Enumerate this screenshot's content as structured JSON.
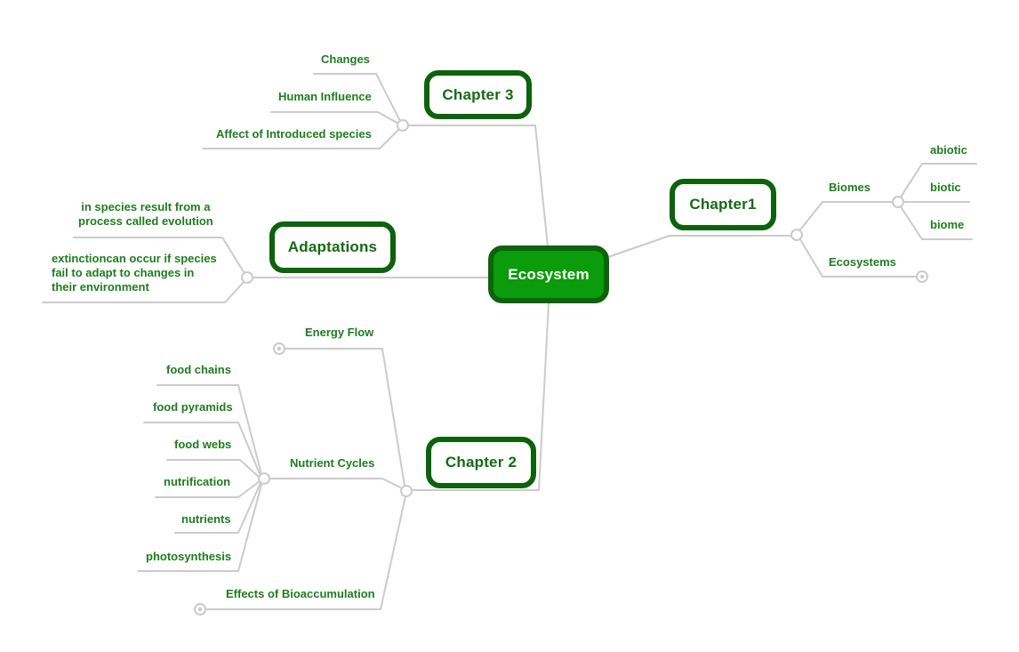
{
  "colors": {
    "background": "#ffffff",
    "branch_line": "#cbcbcb",
    "node_border": "#0c630c",
    "root_fill": "#0a9c0a",
    "root_text": "#ffffff",
    "topic_text": "#136b13",
    "label_text": "#1e7d1e"
  },
  "mindmap": {
    "root": {
      "label": "Ecosystem"
    },
    "branches": [
      {
        "label": "Chapter 3",
        "children": [
          {
            "label": "Changes"
          },
          {
            "label": "Human Influence"
          },
          {
            "label": "Affect of Introduced species"
          }
        ]
      },
      {
        "label": "Adaptations",
        "children": [
          {
            "label": "in species result from a\nprocess called evolution"
          },
          {
            "label": "extinctioncan occur if species\nfail to adapt to changes in\ntheir environment"
          }
        ]
      },
      {
        "label": "Chapter1",
        "children": [
          {
            "label": "Biomes",
            "children": [
              {
                "label": "abiotic"
              },
              {
                "label": "biotic"
              },
              {
                "label": "biome"
              }
            ]
          },
          {
            "label": "Ecosystems",
            "collapsed": true
          }
        ]
      },
      {
        "label": "Chapter 2",
        "children": [
          {
            "label": "Energy Flow",
            "collapsed": true
          },
          {
            "label": "Nutrient Cycles",
            "children": [
              {
                "label": "food chains"
              },
              {
                "label": "food pyramids"
              },
              {
                "label": "food webs"
              },
              {
                "label": "nutrification"
              },
              {
                "label": "nutrients"
              },
              {
                "label": "photosynthesis"
              }
            ]
          },
          {
            "label": "Effects of Bioaccumulation",
            "collapsed": true
          }
        ]
      }
    ]
  }
}
